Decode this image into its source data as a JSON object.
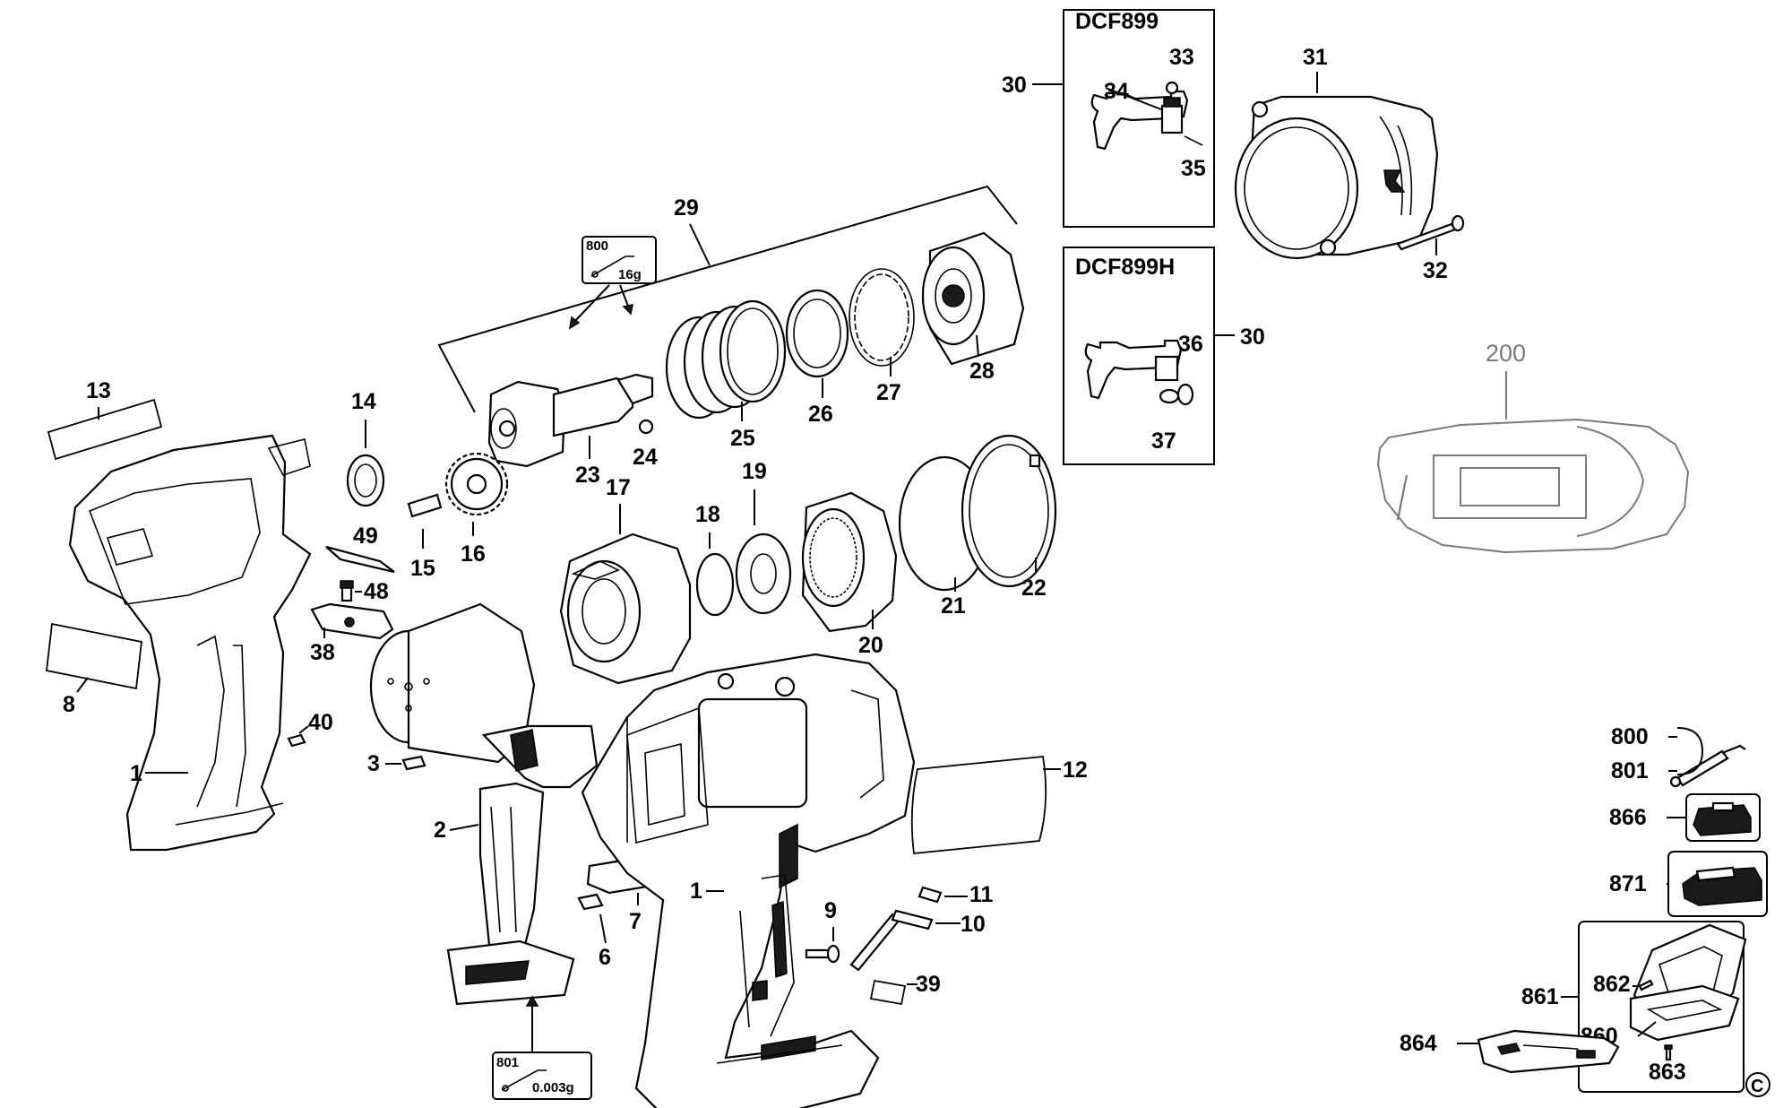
{
  "models": {
    "dcf899": "DCF899",
    "dcf899h": "DCF899H"
  },
  "lube_boxes": {
    "grease_800": {
      "code": "800",
      "amount": "16g"
    },
    "grease_801": {
      "code": "801",
      "amount": "0.003g"
    }
  },
  "callouts": {
    "c1a": "1",
    "c1b": "1",
    "c2": "2",
    "c3": "3",
    "c6": "6",
    "c7": "7",
    "c8": "8",
    "c9": "9",
    "c10": "10",
    "c11": "11",
    "c12": "12",
    "c13": "13",
    "c14": "14",
    "c15": "15",
    "c16": "16",
    "c17": "17",
    "c18": "18",
    "c19": "19",
    "c20": "20",
    "c21": "21",
    "c22": "22",
    "c23": "23",
    "c24": "24",
    "c25": "25",
    "c26": "26",
    "c27": "27",
    "c28": "28",
    "c29": "29",
    "c30a": "30",
    "c30b": "30",
    "c31": "31",
    "c32": "32",
    "c33": "33",
    "c34": "34",
    "c35": "35",
    "c36": "36",
    "c37": "37",
    "c38": "38",
    "c39": "39",
    "c40": "40",
    "c48": "48",
    "c49": "49",
    "c200": "200",
    "c800": "800",
    "c801": "801",
    "c860": "860",
    "c861": "861",
    "c862": "862",
    "c863": "863",
    "c864": "864",
    "c866": "866",
    "c871": "871"
  },
  "copyright_mark": "C"
}
